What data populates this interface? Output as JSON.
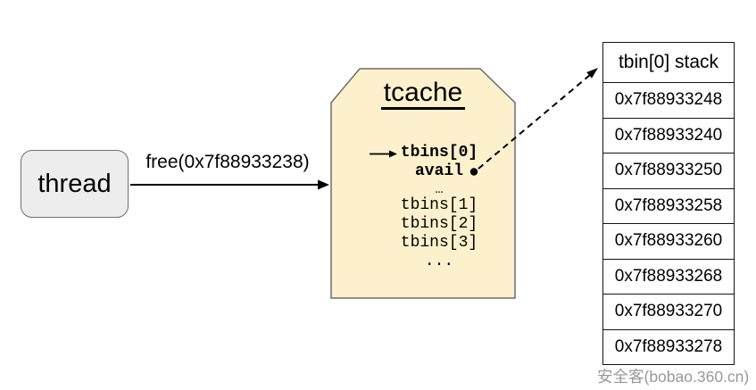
{
  "diagram": {
    "thread": {
      "label": "thread"
    },
    "free_call": {
      "label": "free(0x7f88933238)"
    },
    "tcache": {
      "title": "tcache",
      "lines": [
        "tbins[0]",
        "avail",
        "…",
        "tbins[1]",
        "tbins[2]",
        "tbins[3]",
        "..."
      ]
    },
    "stack": {
      "header": "tbin[0] stack",
      "rows": [
        "0x7f88933248",
        "0x7f88933240",
        "0x7f88933250",
        "0x7f88933258",
        "0x7f88933260",
        "0x7f88933268",
        "0x7f88933270",
        "0x7f88933278"
      ]
    },
    "watermark": "安全客(bobao.360.cn)",
    "colors": {
      "tcache_fill": "#fdf1cd",
      "tcache_border": "#6b6b6b",
      "thread_fill": "#ededed",
      "thread_border": "#707070",
      "arrow": "#000000",
      "table_border": "#141414",
      "watermark_text": "#808080"
    }
  }
}
